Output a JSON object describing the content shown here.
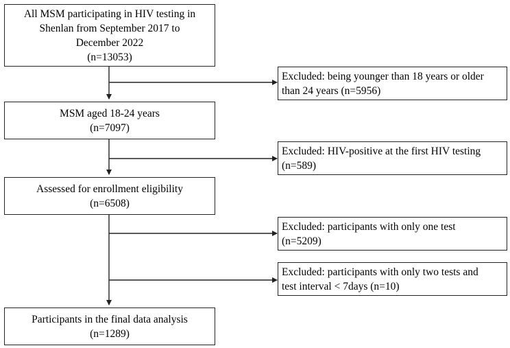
{
  "main_boxes": [
    {
      "lines": [
        "All MSM participating in HIV testing in",
        "Shenlan from September 2017 to",
        "December 2022",
        "(n=13053)"
      ]
    },
    {
      "lines": [
        "MSM aged 18-24 years",
        "(n=7097)"
      ]
    },
    {
      "lines": [
        "Assessed for enrollment eligibility",
        "(n=6508)"
      ]
    },
    {
      "lines": [
        "Participants in the final data analysis",
        "(n=1289)"
      ]
    }
  ],
  "exclusion_boxes": [
    {
      "lines": [
        "Excluded: being younger than 18 years or older",
        "than 24 years (n=5956)"
      ]
    },
    {
      "lines": [
        "Excluded: HIV-positive at the first HIV testing",
        "(n=589)"
      ]
    },
    {
      "lines": [
        "Excluded: participants with only one test",
        "(n=5209)"
      ]
    },
    {
      "lines": [
        "Excluded: participants with only two tests and",
        "test interval < 7days (n=10)"
      ]
    }
  ]
}
